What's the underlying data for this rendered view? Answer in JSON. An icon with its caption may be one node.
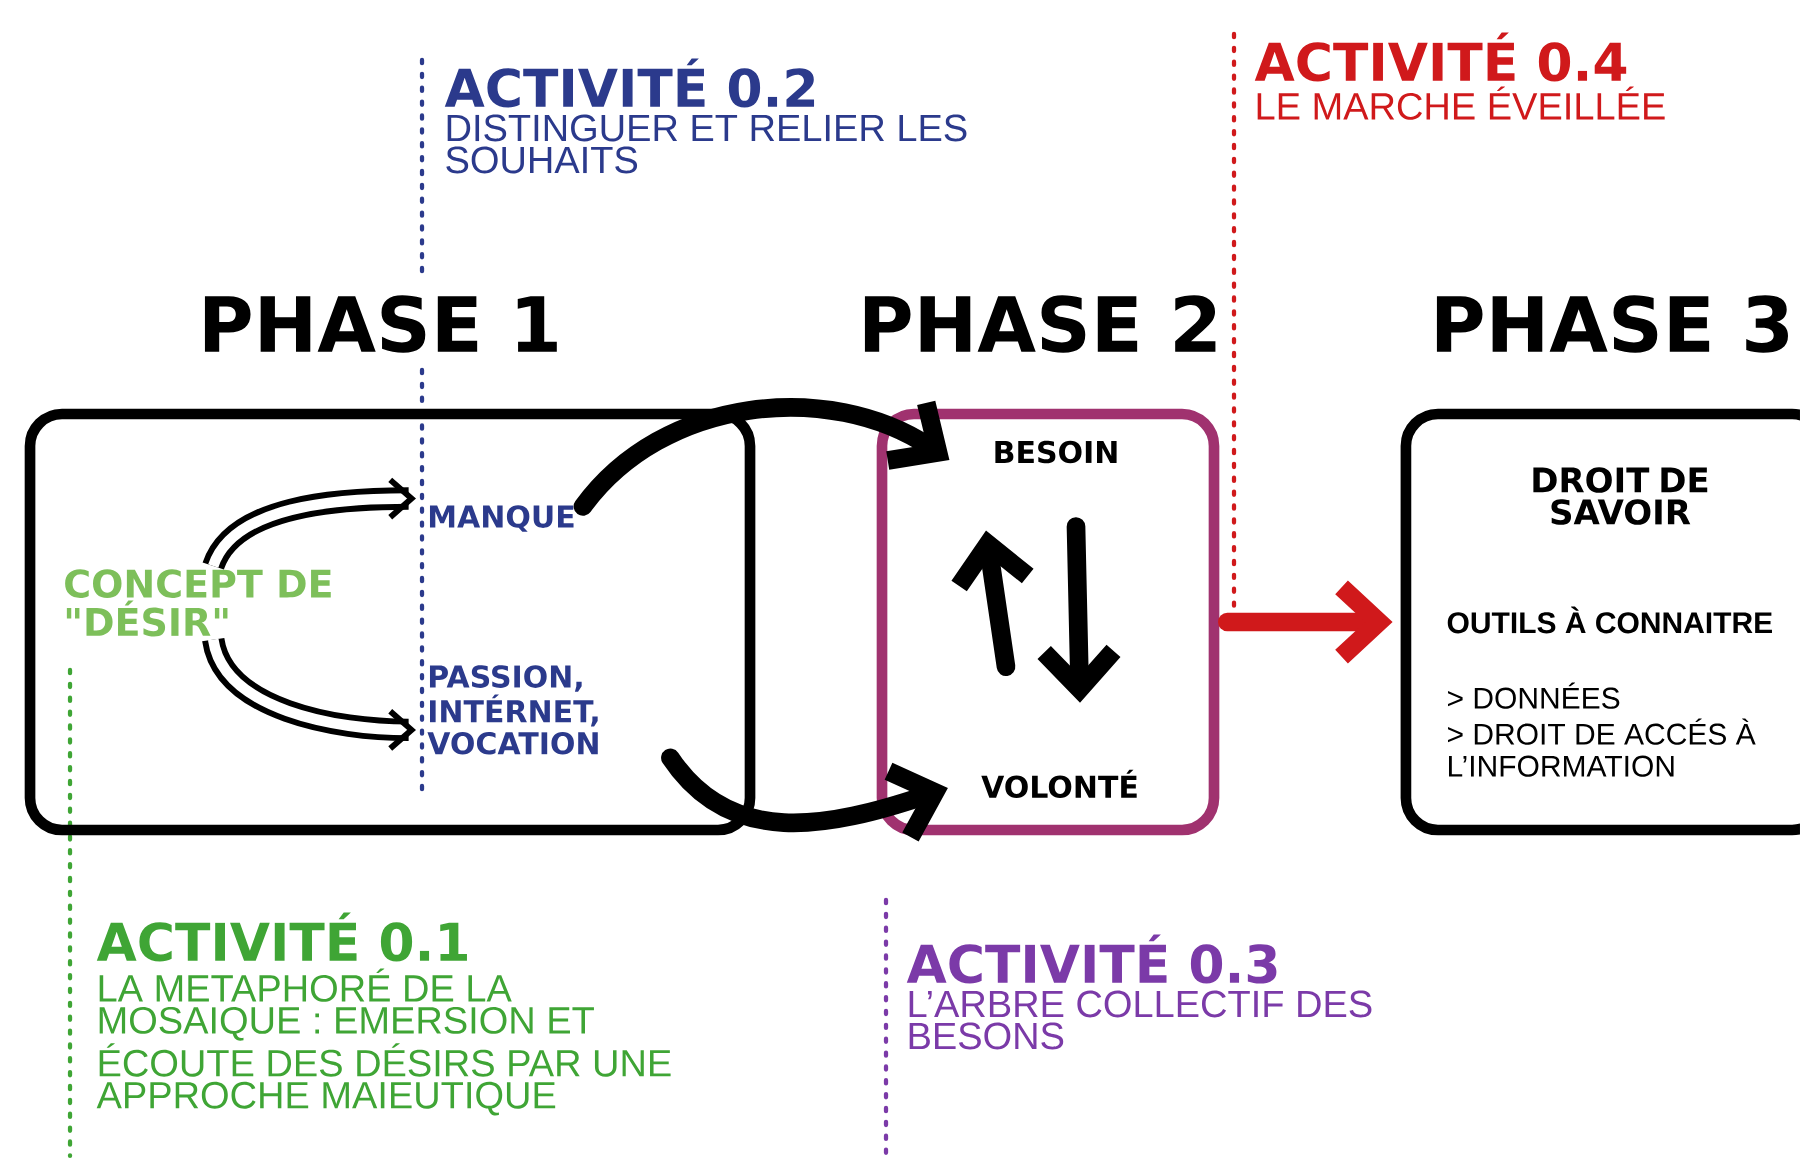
{
  "diagram": {
    "nodes": [
      {
        "text": [
          "PHASE 1"
        ]
      },
      {
        "text": [
          "CONCEPT DE \"DÉSIR\""
        ],
        "in": 0
      },
      {
        "text": [
          "MANQUE"
        ],
        "in": 0
      },
      {
        "text": [
          "PASSION, INTÉRNET, VOCATION"
        ],
        "in": 0
      },
      {
        "text": [
          "PHASE 2"
        ]
      },
      {
        "text": [
          "BESOIN"
        ],
        "in": 4
      },
      {
        "text": [
          "VOLONTÉ"
        ],
        "in": 4
      },
      {
        "text": [
          "PHASE 3",
          "DROIT DE SAVOIR",
          "OUTILS À CONNAITRE",
          "> DONNÉES",
          "> DROIT DE ACCÉS À L’INFORMATION"
        ]
      }
    ],
    "edges": [
      {
        "from": 1,
        "to": 2,
        "arrow": "to"
      },
      {
        "from": 1,
        "to": 3,
        "arrow": "to"
      },
      {
        "from": 2,
        "to": 5,
        "arrow": "to"
      },
      {
        "from": 3,
        "to": 6,
        "arrow": "to"
      },
      {
        "from": 6,
        "to": 5,
        "arrow": "to"
      },
      {
        "from": 5,
        "to": 6,
        "arrow": "to"
      },
      {
        "from": 4,
        "to": 7,
        "arrow": "to",
        "color": "#d0191b"
      }
    ],
    "labels": [
      "ACTIVITÉ 0.2",
      "DISTINGUER ET RELIER LES SOUHAITS",
      "ACTIVITÉ 0.4",
      "LE MARCHE ÉVEILLÉE",
      "ACTIVITÉ 0.1",
      "LA METAPHORÉ DE LA MOSAIQUE : EMERSION ET ÉCOUTE DES DÉSIRS PAR UNE APPROCHE MAIEUTIQUE",
      "ACTIVITÉ 0.3",
      "L’ARBRE COLLECTIF DES BESONS"
    ]
  }
}
